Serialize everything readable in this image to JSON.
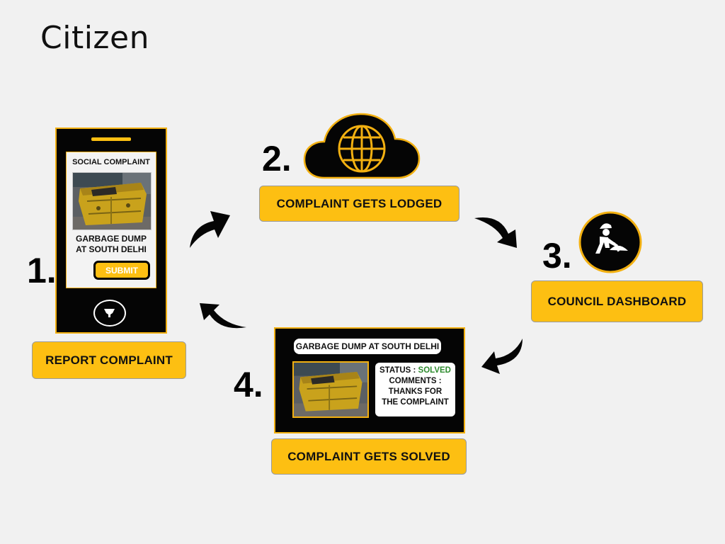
{
  "title": "Citizen",
  "steps": [
    {
      "number": "1.",
      "label": "REPORT COMPLAINT"
    },
    {
      "number": "2.",
      "label": "COMPLAINT GETS LODGED"
    },
    {
      "number": "3.",
      "label": "COUNCIL DASHBOARD"
    },
    {
      "number": "4.",
      "label": "COMPLAINT GETS SOLVED"
    }
  ],
  "phone": {
    "screen_title": "SOCIAL COMPLAINT",
    "caption_line1": "GARBAGE DUMP",
    "caption_line2": "AT SOUTH DELHI",
    "submit_label": "SUBMIT"
  },
  "result_card": {
    "title": "GARBAGE DUMP AT SOUTH DELHI",
    "status_label": "STATUS : ",
    "status_value": "SOLVED",
    "comments_label": "COMMENTS :",
    "comment_line1": "THANKS FOR",
    "comment_line2": "THE COMPLAINT"
  },
  "icons": [
    "smartphone-icon",
    "cloud-globe-icon",
    "worker-digging-icon",
    "curved-arrow-icon",
    "dumpster-photo"
  ],
  "colors": {
    "accent": "#fdbf12",
    "dark": "#050505",
    "background": "#f1f1f1",
    "solved": "#2e8b2e"
  }
}
